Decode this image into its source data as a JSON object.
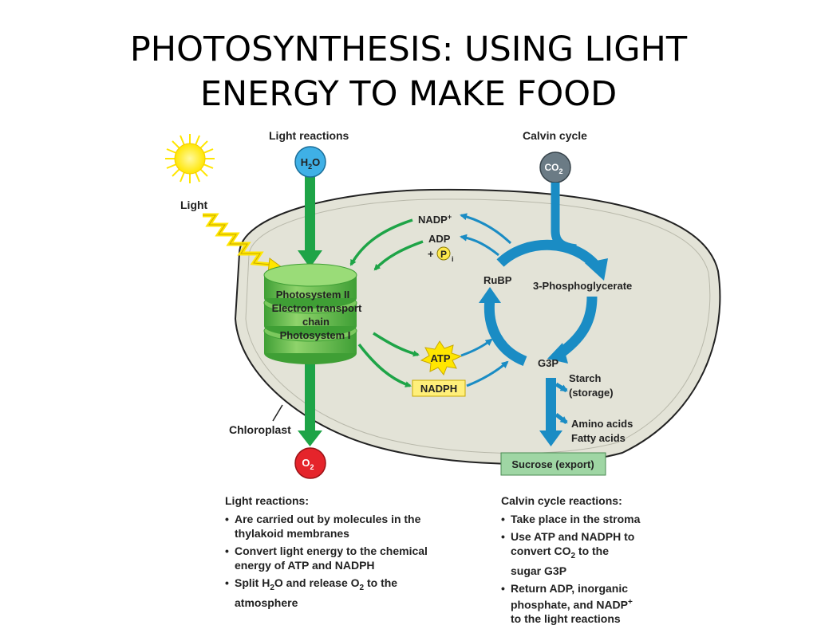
{
  "title": {
    "line1": "PHOTOSYNTHESIS: USING LIGHT",
    "line2": "ENERGY TO MAKE FOOD"
  },
  "diagram": {
    "light_reactions_label": "Light reactions",
    "calvin_cycle_label": "Calvin cycle",
    "light_label": "Light",
    "h2o": {
      "base": "H",
      "sub": "2",
      "tail": "O"
    },
    "co2": {
      "base": "CO",
      "sub": "2"
    },
    "o2": {
      "base": "O",
      "sub": "2"
    },
    "nadp_plus": {
      "base": "NADP",
      "sup": "+"
    },
    "adp": "ADP",
    "pi": {
      "prefix": "+",
      "letter": "P",
      "sub": "i"
    },
    "rubp": "RuBP",
    "phosphoglycerate": "3-Phosphoglycerate",
    "g3p": "G3P",
    "atp": "ATP",
    "nadph": "NADPH",
    "thylakoid_lines": [
      "Photosystem II",
      "Electron transport",
      "chain",
      "Photosystem I"
    ],
    "starch": "Starch",
    "storage": "(storage)",
    "amino_acids": "Amino acids",
    "fatty_acids": "Fatty acids",
    "sucrose": "Sucrose (export)",
    "chloroplast": "Chloroplast"
  },
  "light_notes": {
    "heading": "Light reactions:",
    "bullets": [
      {
        "lines": [
          "Are carried out by molecules in the",
          "thylakoid membranes"
        ]
      },
      {
        "lines": [
          "Convert light energy to the chemical",
          "energy of ATP and NADPH"
        ]
      },
      {
        "l1a": "Split H",
        "l1sub": "2",
        "l1b": "O and release O",
        "l1sub2": "2",
        "l1c": " to the",
        "l2": "atmosphere"
      }
    ]
  },
  "calvin_notes": {
    "heading": "Calvin cycle reactions:",
    "b1": "Take place in the stroma",
    "b2_l1": "Use ATP and NADPH to",
    "b2_l2a": "convert CO",
    "b2_l2sub": "2",
    "b2_l2b": " to the",
    "b2_l3": "sugar G3P",
    "b3_l1": "Return ADP, inorganic",
    "b3_l2a": "phosphate, and NADP",
    "b3_l2sup": "+",
    "b3_l3": "to the light reactions"
  },
  "colors": {
    "green_arrow": "#1ea447",
    "blue_arrow": "#1a8cc4",
    "chloroplast_fill": "#e3e3d7",
    "h2o_circle": "#3fb0e6",
    "co2_circle": "#6b7b85",
    "o2_circle": "#e5242b",
    "sun": "#ffe600",
    "thylakoid": "#5bc04a",
    "nadph_box": "#ffef7a",
    "sucrose_box": "#9fd6a4"
  }
}
